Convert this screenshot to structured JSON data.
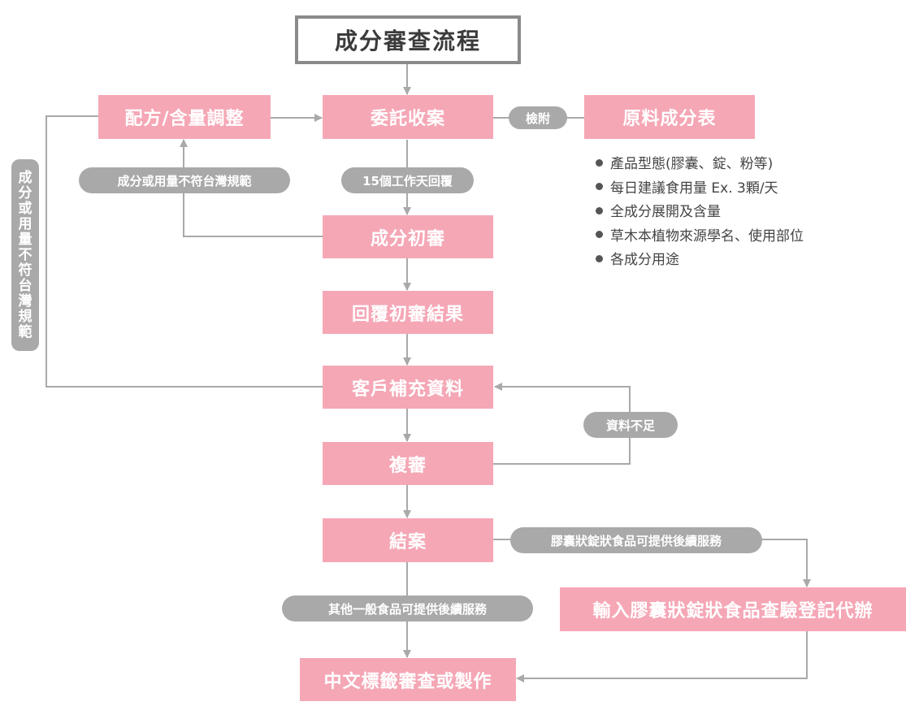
{
  "title": "成分審查流程",
  "nodes": {
    "adjust": "配方/含量調整",
    "commission": "委託收案",
    "ingredient_table": "原料成分表",
    "initial_review": "成分初審",
    "reply_result": "回覆初審結果",
    "supplement": "客戶補充資料",
    "re_review": "複審",
    "close": "結案",
    "input_capsule": "輸入膠囊狀錠狀食品查驗登記代辦",
    "chinese_label": "中文標籤審查或製作"
  },
  "labels": {
    "attach": "檢附",
    "not_compliant": "成分或用量不符台灣規範",
    "reply_15_days": "15個工作天回覆",
    "insufficient_data": "資料不足",
    "capsule_service": "膠囊狀錠狀食品可提供後續服務",
    "general_service": "其他一般食品可提供後續服務",
    "side_not_compliant": [
      "成",
      "分",
      "或",
      "用",
      "量",
      "不",
      "符",
      "台",
      "灣",
      "規",
      "範"
    ]
  },
  "ingredient_items": [
    "產品型態(膠囊、錠、粉等)",
    "每日建議食用量 Ex. 3顆/天",
    "全成分展開及含量",
    "草木本植物來源學名、使用部位",
    "各成分用途"
  ],
  "colors": {
    "box": "#f5a7b6",
    "pill": "#a9a9a9",
    "line": "#a9a9a9",
    "title_border": "#8a8a8a"
  }
}
